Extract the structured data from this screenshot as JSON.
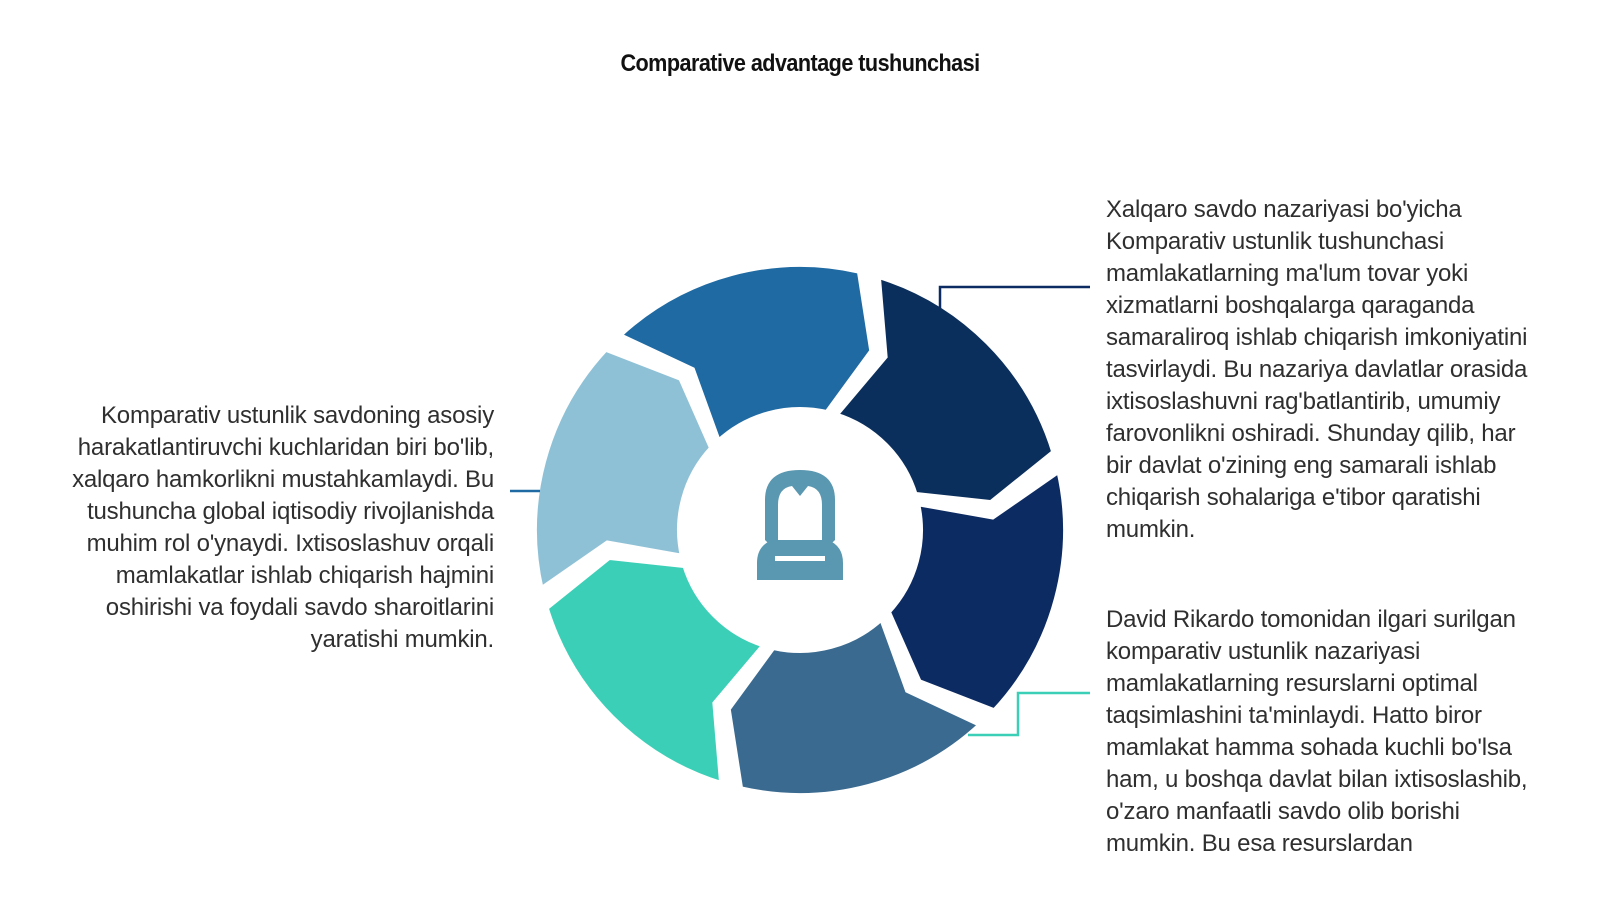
{
  "title": "Comparative advantage tushunchasi",
  "left_text": "Komparativ ustunlik savdoning asosiy harakatlantiruvchi kuchlaridan biri bo'lib, xalqaro hamkorlikni mustahkamlaydi. Bu tushuncha global iqtisodiy rivojlanishda muhim rol o'ynaydi. Ixtisoslashuv orqali mamlakatlar ishlab chiqarish hajmini oshirishi va foydali savdo sharoitlarini yaratishi mumkin.",
  "right_top_text": "Xalqaro savdo nazariyasi bo'yicha Komparativ ustunlik tushunchasi mamlakatlarning ma'lum tovar yoki xizmatlarni boshqalarga qaraganda samaraliroq ishlab chiqarish imkoniyatini tasvirlaydi. Bu nazariya davlatlar orasida ixtisoslashuvni rag'batlantirib, umumiy farovonlikni oshiradi. Shunday qilib, har bir davlat o'zining eng samarali ishlab chiqarish sohalariga e'tibor qaratishi mumkin.",
  "right_bottom_text": "David Rikardo tomonidan ilgari surilgan komparativ ustunlik nazariyasi mamlakatlarning resurslarni optimal taqsimlashini ta'minlaydi. Hatto biror mamlakat hamma sohada kuchli bo'lsa ham, u boshqa davlat bilan ixtisoslashib, o'zaro manfaatli savdo olib borishi mumkin. Bu esa resurslardan",
  "colors": {
    "segments": [
      "#0b2f5c",
      "#0d2b63",
      "#3a6a8f",
      "#3ccfb7",
      "#8fc1d6",
      "#1f6aa3"
    ],
    "icon": "#5a97b0",
    "connector_top": "#0d2b63",
    "connector_bottom": "#3ccfb7",
    "connector_left": "#1f6aa3"
  },
  "center_icon": "person-icon"
}
